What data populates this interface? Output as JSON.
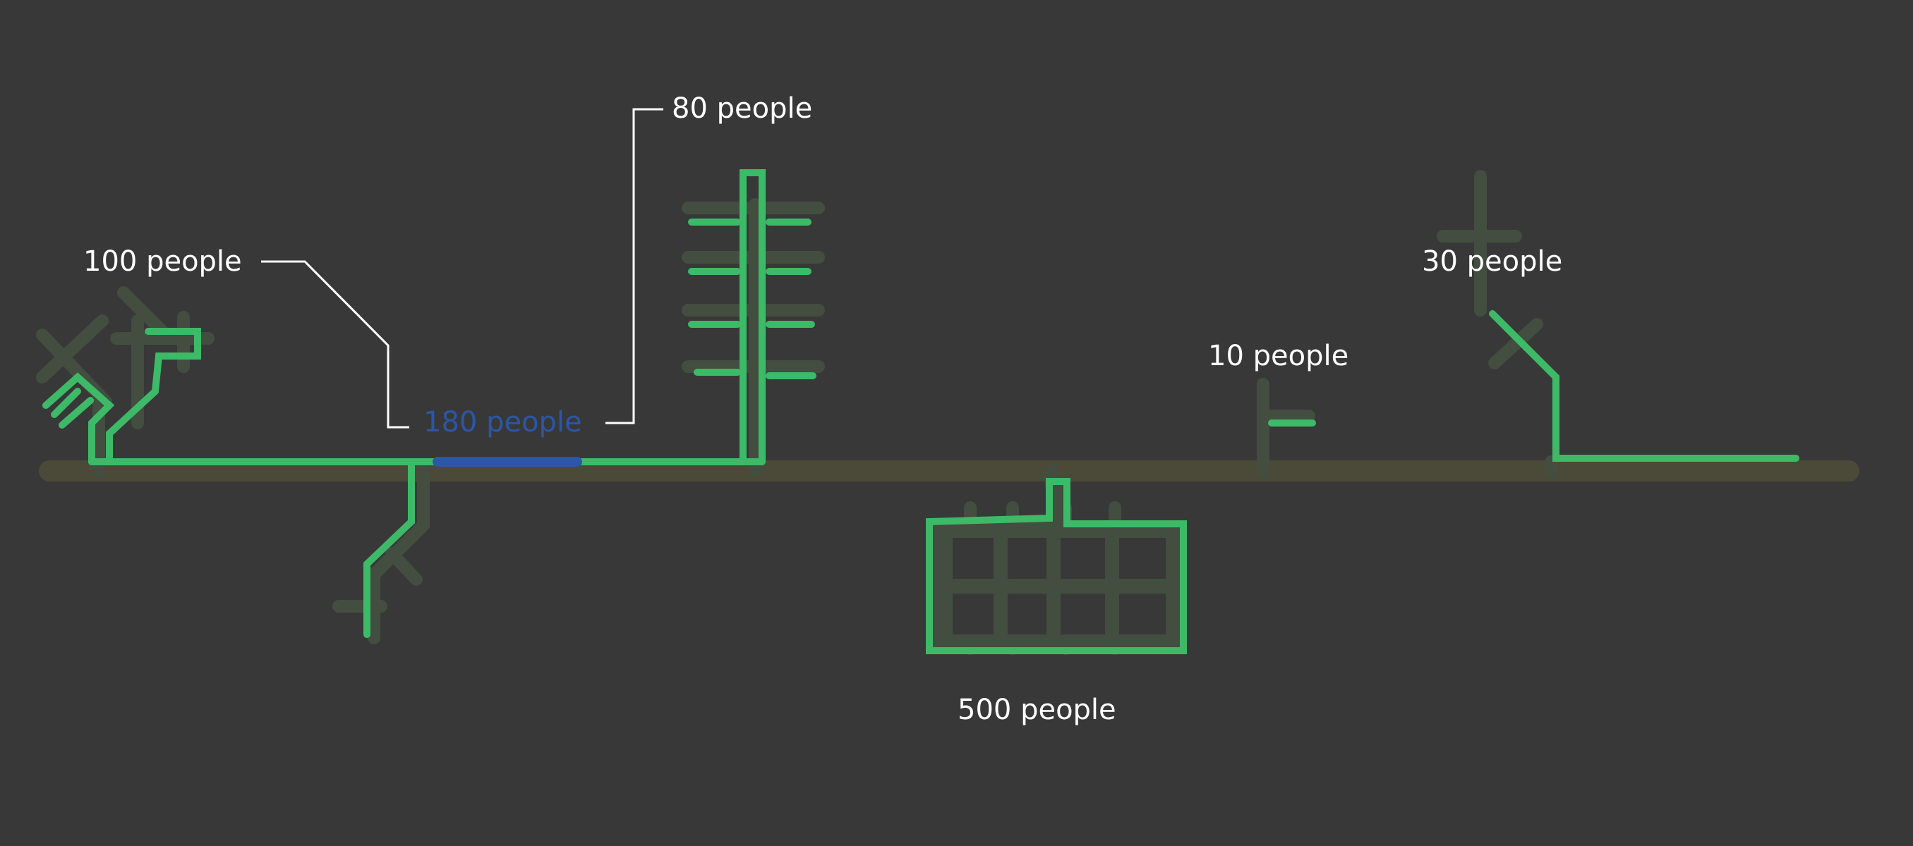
{
  "colors": {
    "background": "#383838",
    "main_line": "#4b4a39",
    "ghost": "#434d40",
    "pipe": "#3dba67",
    "highlight": "#2c56a6",
    "label": "#ffffff"
  },
  "labels": {
    "left_group": "100 people",
    "highlight_segment": "180 people",
    "tower": "80 people",
    "building": "500 people",
    "small_branch": "10 people",
    "right_branch": "30 people"
  }
}
